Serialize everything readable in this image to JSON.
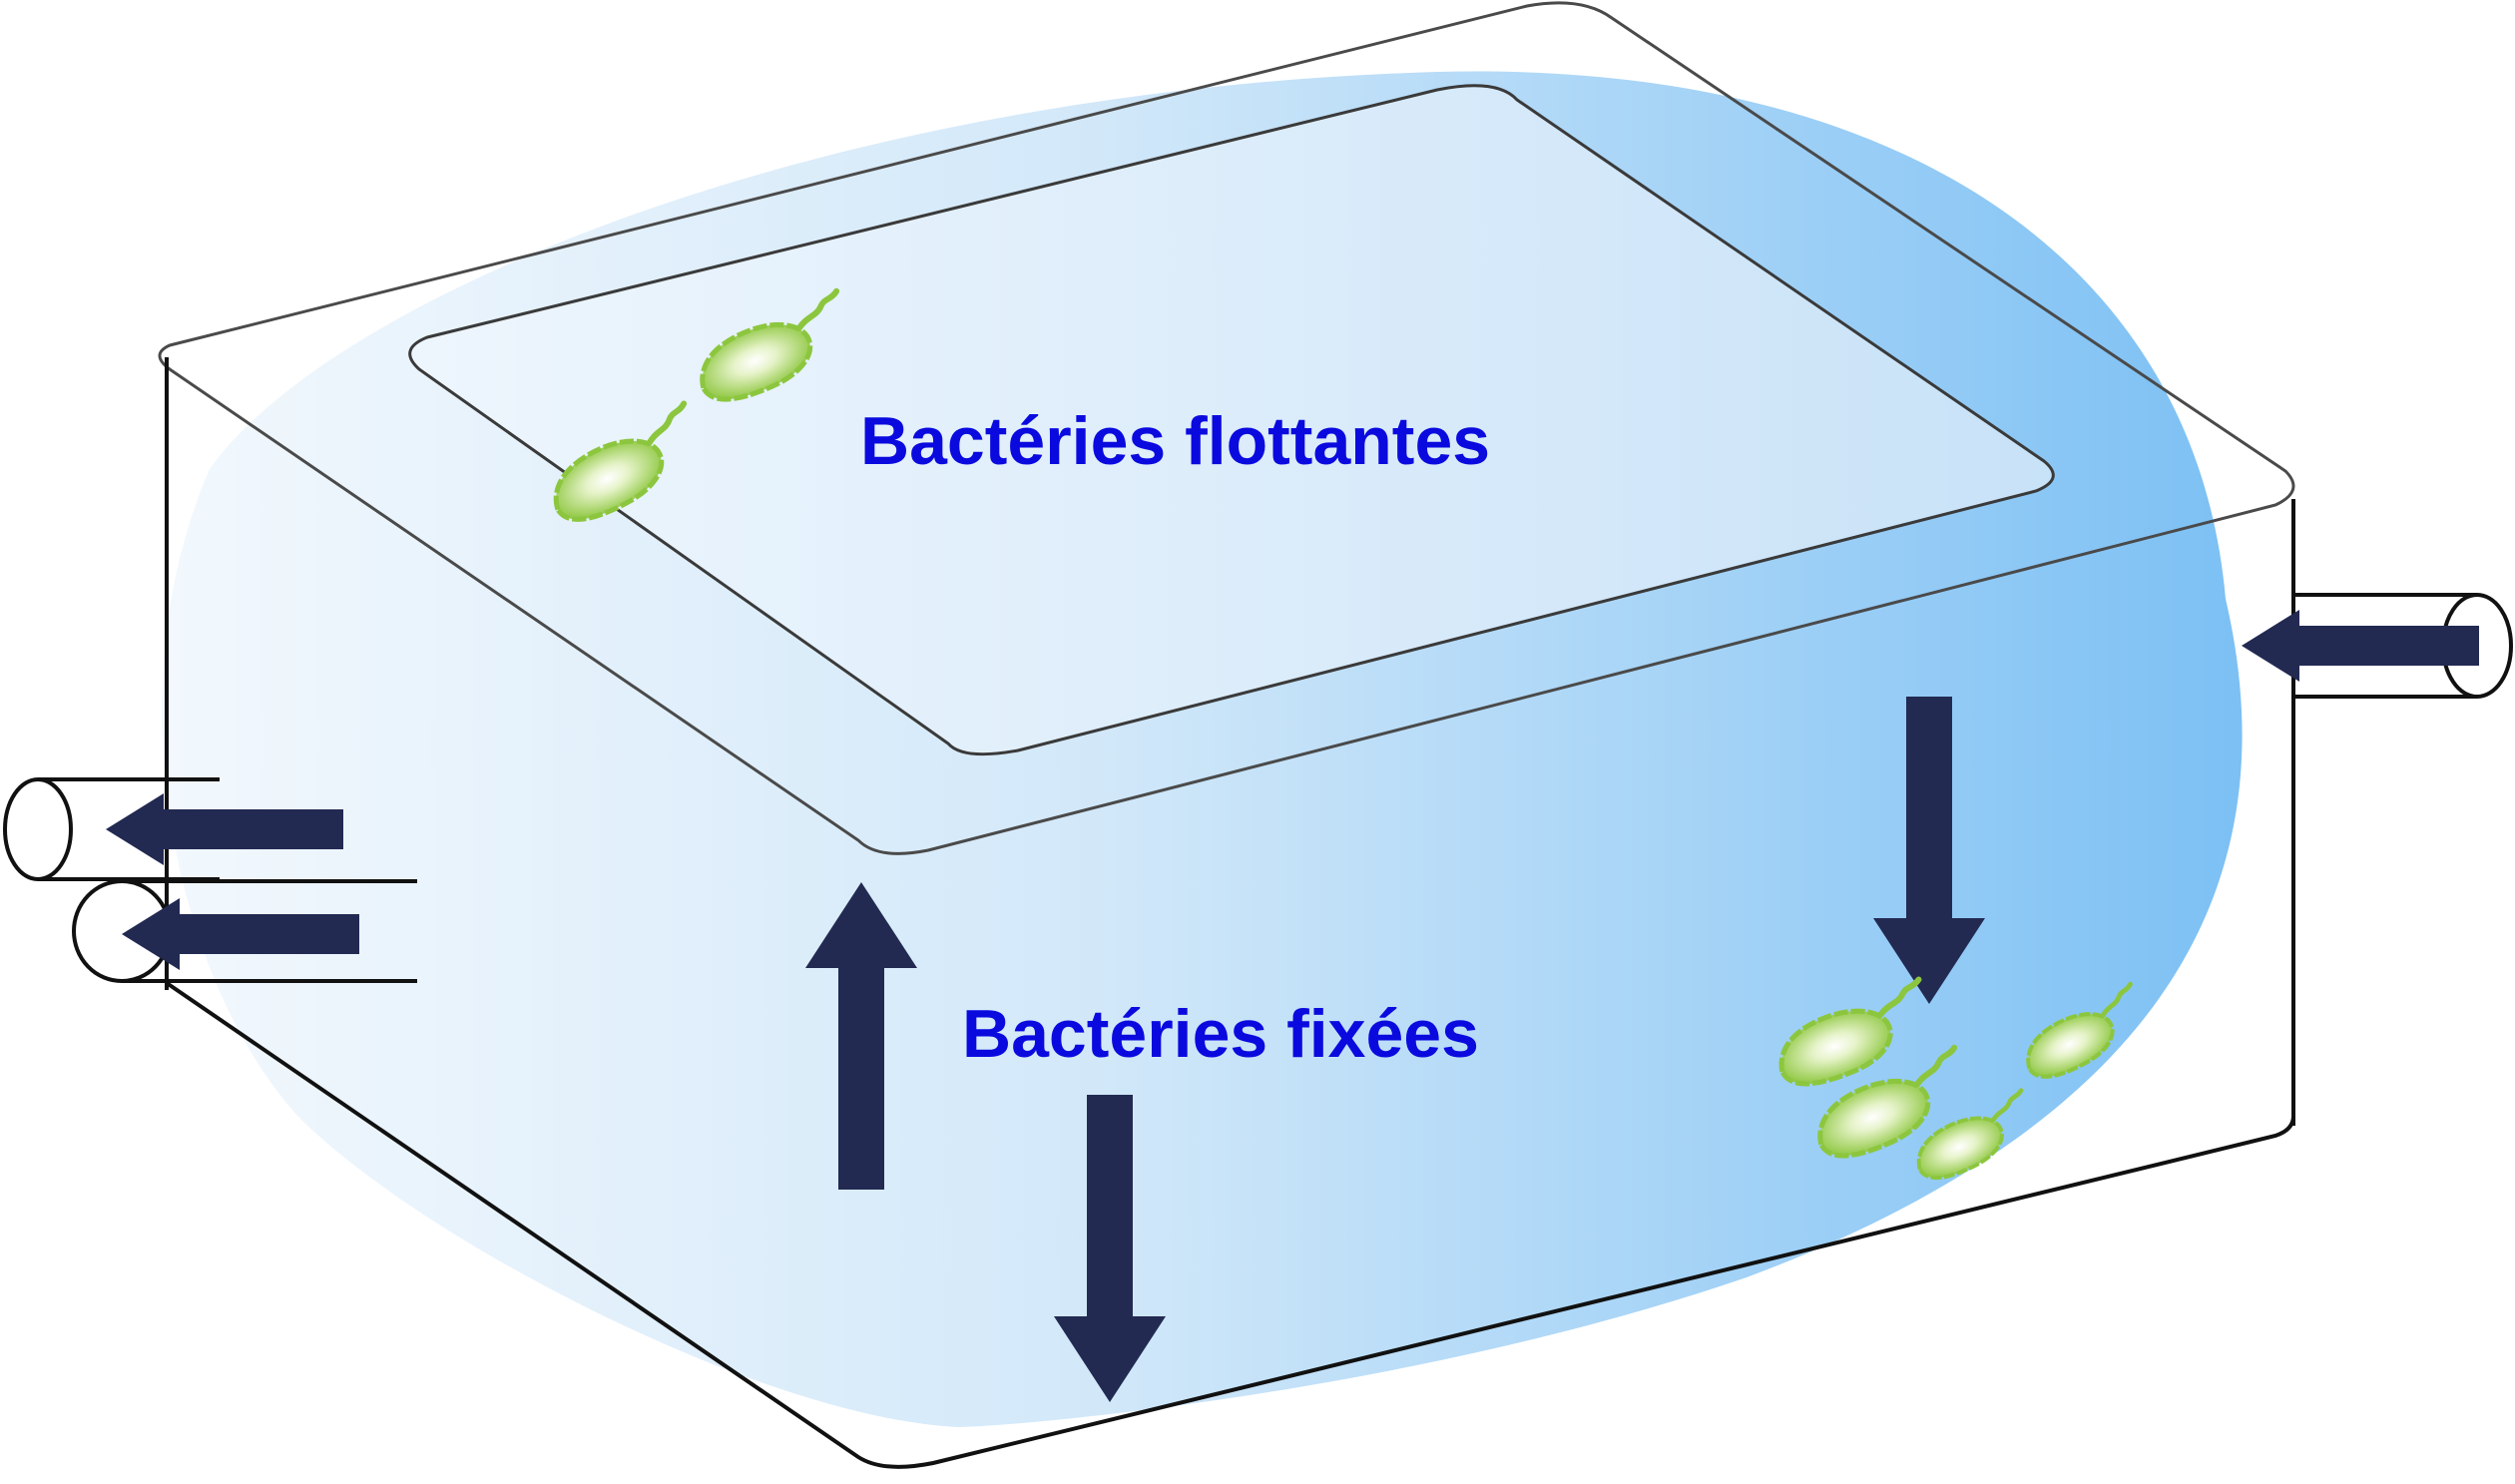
{
  "labels": {
    "floating_bacteria": "Bactéries flottantes",
    "fixed_bacteria": "Bactéries fixées"
  },
  "colors": {
    "label_text": "#0a0adf",
    "outline": "#4a4a4a",
    "arrow": "#222a52",
    "water_light": "#f2f8fd",
    "water_dark": "#7cc0f4",
    "bacteria": "#8cc63e",
    "bacteria_highlight": "#ffffff"
  },
  "icons": {
    "flow_arrow": "dark-navy-block-arrow",
    "bacterium": "green-bacillus-with-flagellum",
    "pipe": "cylindrical-pipe"
  }
}
